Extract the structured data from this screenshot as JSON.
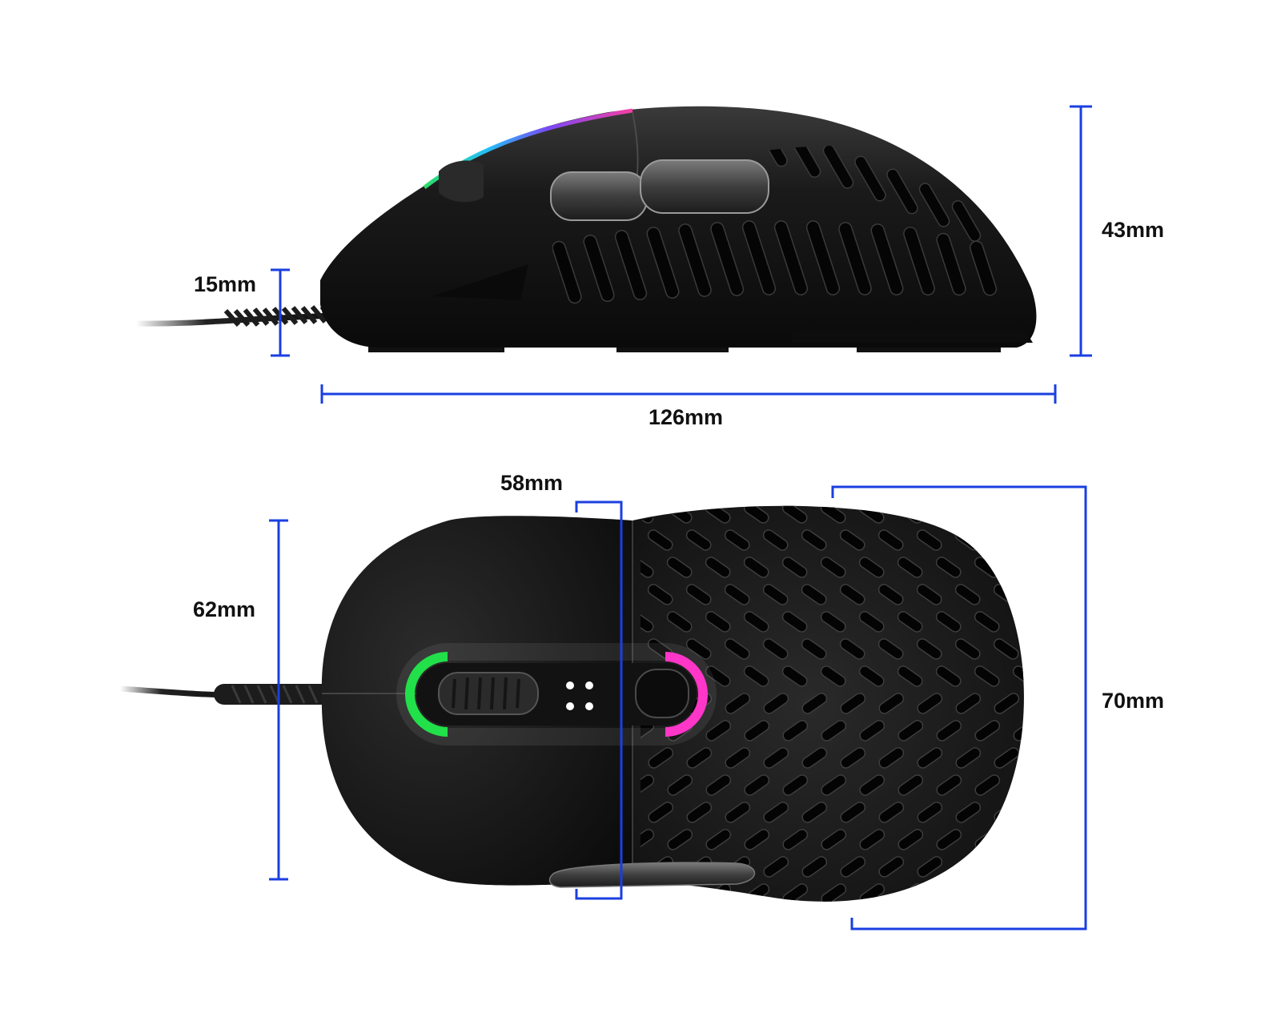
{
  "dimensions": {
    "height_side": "43mm",
    "cable_height": "15mm",
    "length": "126mm",
    "grip_width": "58mm",
    "front_width": "62mm",
    "rear_width": "70mm"
  },
  "colors": {
    "dimension_line": "#1a3fe0",
    "mouse_body": "#151515",
    "rgb_ring": [
      "#22e04a",
      "#f5e51a",
      "#ff2a2a",
      "#ff36c8",
      "#7a35ff",
      "#1f7bff",
      "#00d8ff"
    ]
  }
}
